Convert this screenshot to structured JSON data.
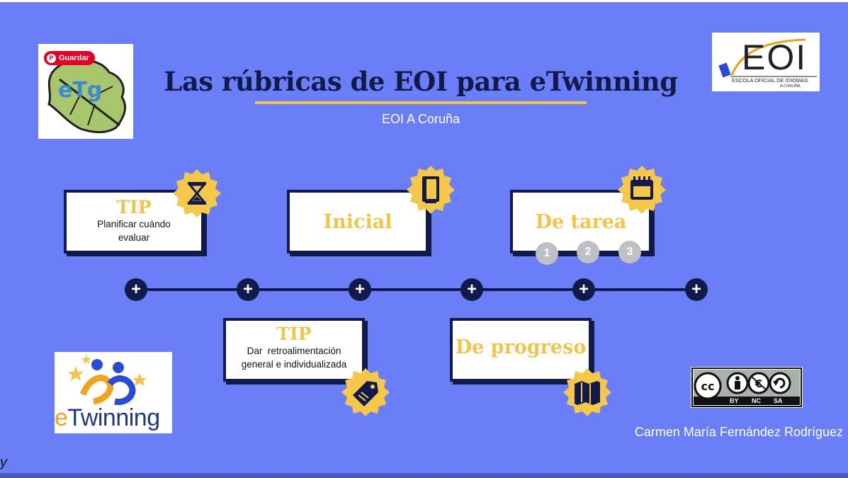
{
  "slide": {
    "title": "Las rúbricas de EOI para eTwinning",
    "subtitle": "EOI A Coruña",
    "author": "Carmen María Fernández Rodríguez",
    "corner_text": "y"
  },
  "pin_button": {
    "label": "Guardar",
    "icon": "pinterest-icon"
  },
  "logos": {
    "etg": {
      "letters": "eTg"
    },
    "eoi": {
      "big": "EOI",
      "line1": "ESCOLA OFICIAL DE IDIOMAS",
      "line2": "A CORUÑA"
    },
    "etwinning": {
      "e": "e",
      "rest": "Twinning"
    },
    "cc": {
      "labels": [
        "BY",
        "NC",
        "SA"
      ]
    }
  },
  "boxes": {
    "tip1": {
      "heading": "TIP",
      "text_line1": "Planificar cuándo",
      "text_line2": "evaluar",
      "badge_icon": "hourglass-icon"
    },
    "inicial": {
      "heading": "Inicial",
      "badge_icon": "notebook-icon"
    },
    "tarea": {
      "heading": "De tarea",
      "badge_icon": "calendar-icon",
      "steps": [
        "1",
        "2",
        "3"
      ]
    },
    "tip2": {
      "heading": "TIP",
      "text_line1": "Dar  retroalimentación",
      "text_line2": "general e individualizada",
      "badge_icon": "price-tag-icon"
    },
    "progreso": {
      "heading": "De progreso",
      "badge_icon": "map-icon"
    }
  },
  "timeline": {
    "node_symbol": "+"
  },
  "colors": {
    "background": "#6a7ef8",
    "navy": "#111a4a",
    "gold": "#f2c447",
    "badge": "#f5c84a"
  }
}
